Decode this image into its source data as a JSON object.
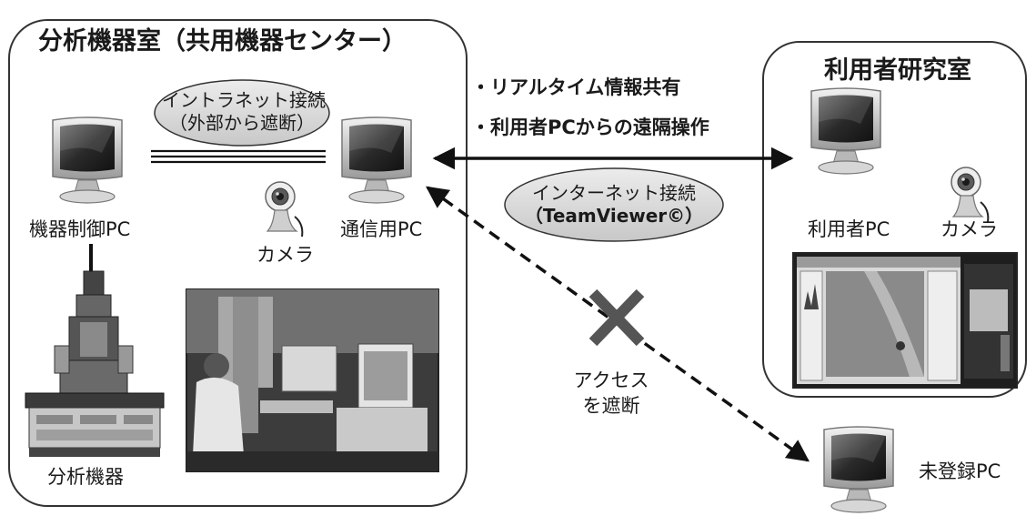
{
  "lab_room": {
    "title": "分析機器室（共用機器センター）",
    "intranet_line1": "イントラネット接続",
    "intranet_line2": "（外部から遮断）",
    "control_pc_label": "機器制御PC",
    "comm_pc_label": "通信用PC",
    "camera_label": "カメラ",
    "instrument_label": "分析機器"
  },
  "bullets": [
    "・リアルタイム情報共有",
    "・利用者PCからの遠隔操作"
  ],
  "internet": {
    "line1": "インターネット接続",
    "line2": "（TeamViewer©）"
  },
  "access": {
    "line1": "アクセス",
    "line2": "を遮断"
  },
  "user_room": {
    "title": "利用者研究室",
    "user_pc_label": "利用者PC",
    "camera_label": "カメラ"
  },
  "unregistered_pc_label": "未登録PC",
  "icons": {
    "monitor": "monitor-icon",
    "webcam": "webcam-icon",
    "microscope": "electron-microscope-icon",
    "blocked": "blocked-x-icon"
  },
  "colors": {
    "line": "#111111",
    "panel_border": "#333333",
    "oval_fill": "#dcdcdc",
    "monitor_frame": "#cfcfcf",
    "screen": "#2e2e2e"
  }
}
